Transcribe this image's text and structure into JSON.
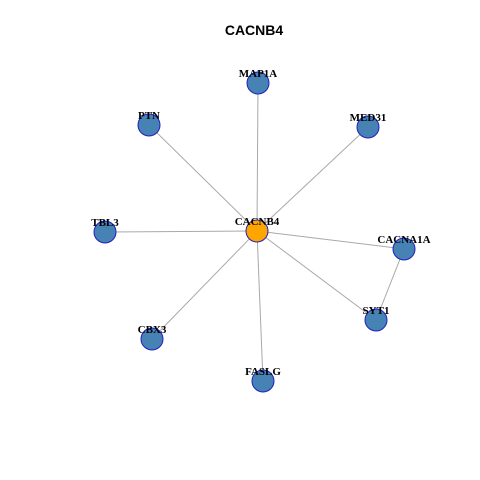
{
  "title": "CACNB4",
  "colors": {
    "hub_fill": "#FFA500",
    "node_fill": "#4682B4",
    "node_stroke": "#1F1FBF",
    "edge": "#A9A9A9"
  },
  "nodes": [
    {
      "id": "CACNB4",
      "label": "CACNB4",
      "role": "hub"
    },
    {
      "id": "MAP1A",
      "label": "MAP1A",
      "role": "neighbor"
    },
    {
      "id": "MED31",
      "label": "MED31",
      "role": "neighbor"
    },
    {
      "id": "PTN",
      "label": "PTN",
      "role": "neighbor"
    },
    {
      "id": "TBL3",
      "label": "TBL3",
      "role": "neighbor"
    },
    {
      "id": "CACNA1A",
      "label": "CACNA1A",
      "role": "neighbor"
    },
    {
      "id": "SYT1",
      "label": "SYT1",
      "role": "neighbor"
    },
    {
      "id": "CBX3",
      "label": "CBX3",
      "role": "neighbor"
    },
    {
      "id": "FASLG",
      "label": "FASLG",
      "role": "neighbor"
    }
  ],
  "edges": [
    [
      "CACNB4",
      "MAP1A"
    ],
    [
      "CACNB4",
      "MED31"
    ],
    [
      "CACNB4",
      "PTN"
    ],
    [
      "CACNB4",
      "TBL3"
    ],
    [
      "CACNB4",
      "CACNA1A"
    ],
    [
      "CACNB4",
      "SYT1"
    ],
    [
      "CACNB4",
      "CBX3"
    ],
    [
      "CACNB4",
      "FASLG"
    ],
    [
      "CACNA1A",
      "SYT1"
    ]
  ]
}
